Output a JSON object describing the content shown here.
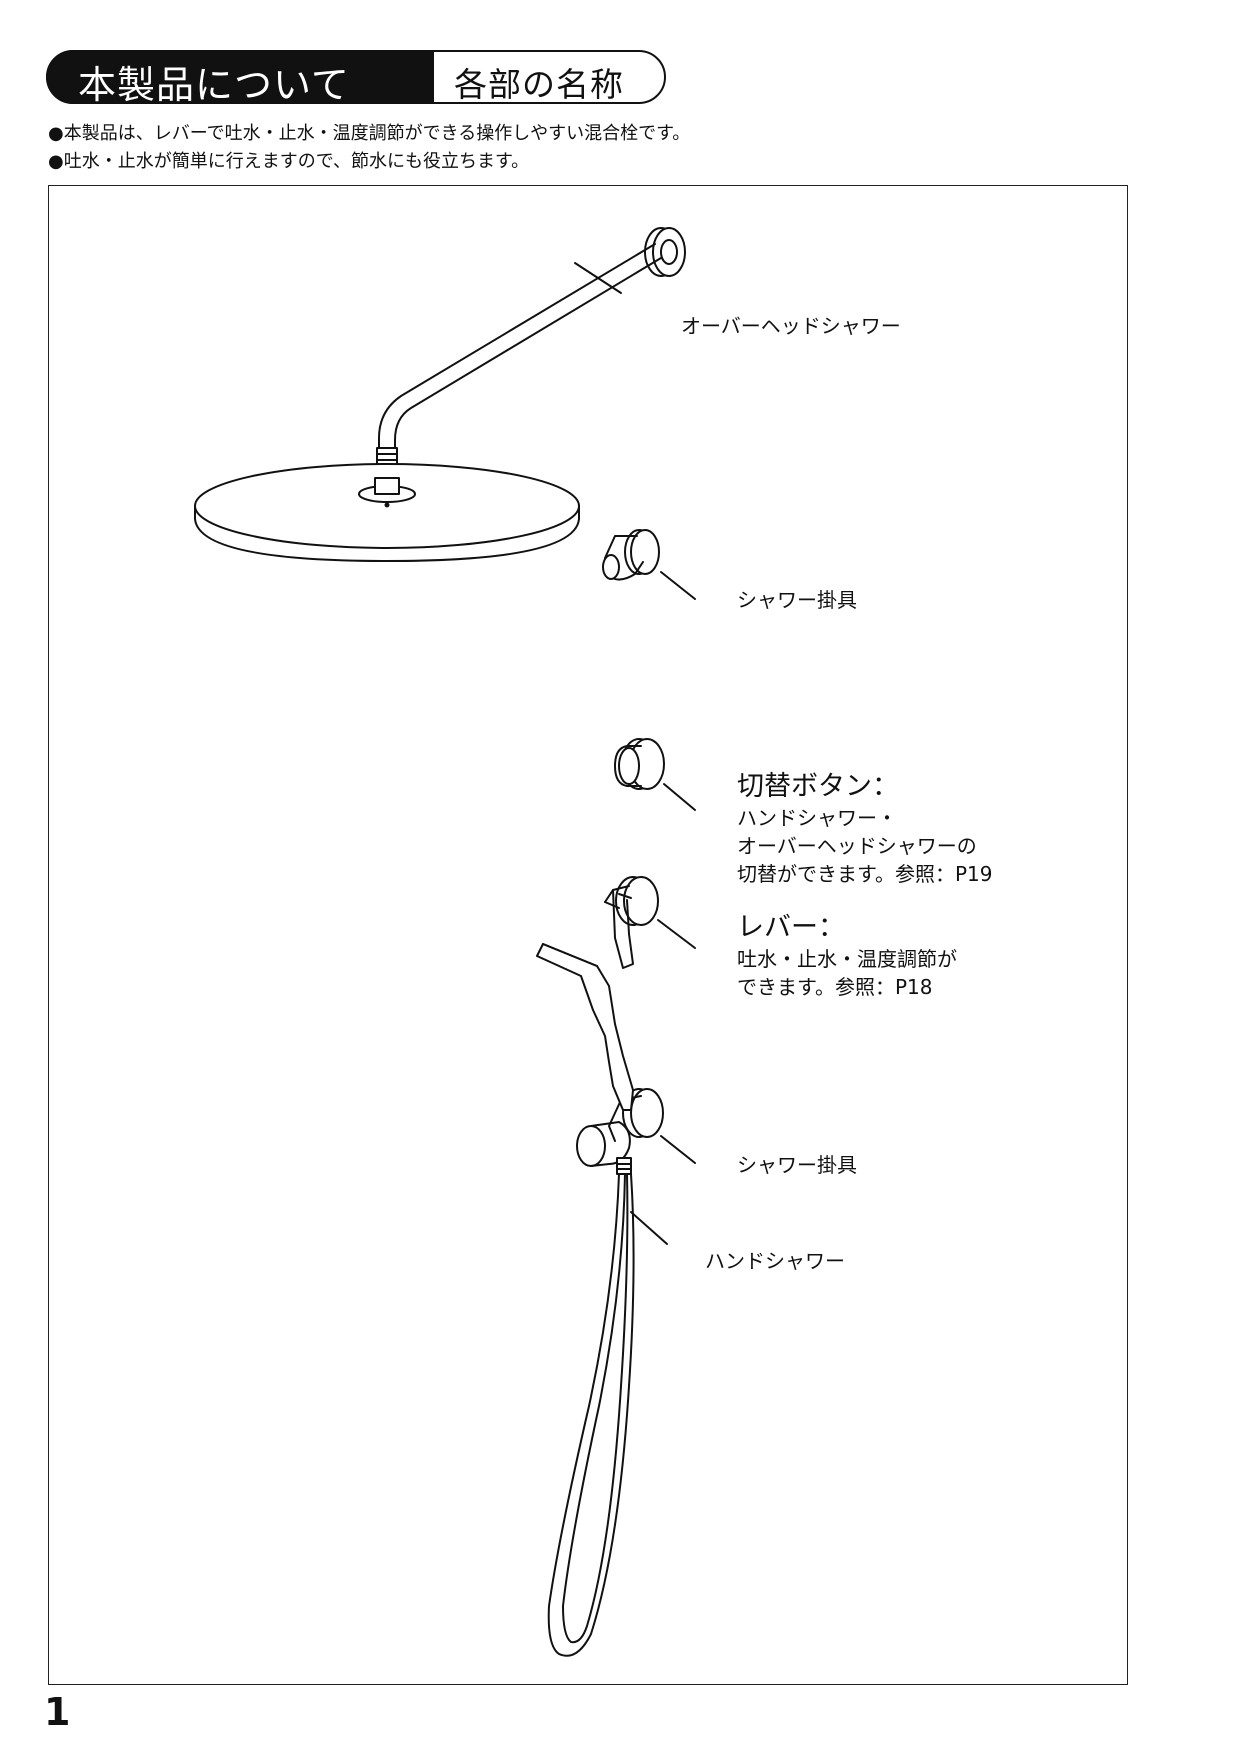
{
  "header": {
    "title": "本製品について",
    "subtitle": "各部の名称"
  },
  "intro": [
    "●本製品は、レバーで吐水・止水・温度調節ができる操作しやすい混合栓です。",
    "●吐水・止水が簡単に行えますので、節水にも役立ちます。"
  ],
  "labels": {
    "overhead_shower": "オーバーヘッドシャワー",
    "shower_holder_top": "シャワー掛具",
    "switch_button": {
      "title": "切替ボタン：",
      "lines": [
        "ハンドシャワー・",
        "オーバーヘッドシャワーの",
        "切替ができます。参照：P19"
      ]
    },
    "lever": {
      "title": "レバー：",
      "lines": [
        "吐水・止水・温度調節が",
        "できます。参照：P18"
      ]
    },
    "shower_holder_bottom": "シャワー掛具",
    "hand_shower": "ハンドシャワー"
  },
  "page_number": "1"
}
